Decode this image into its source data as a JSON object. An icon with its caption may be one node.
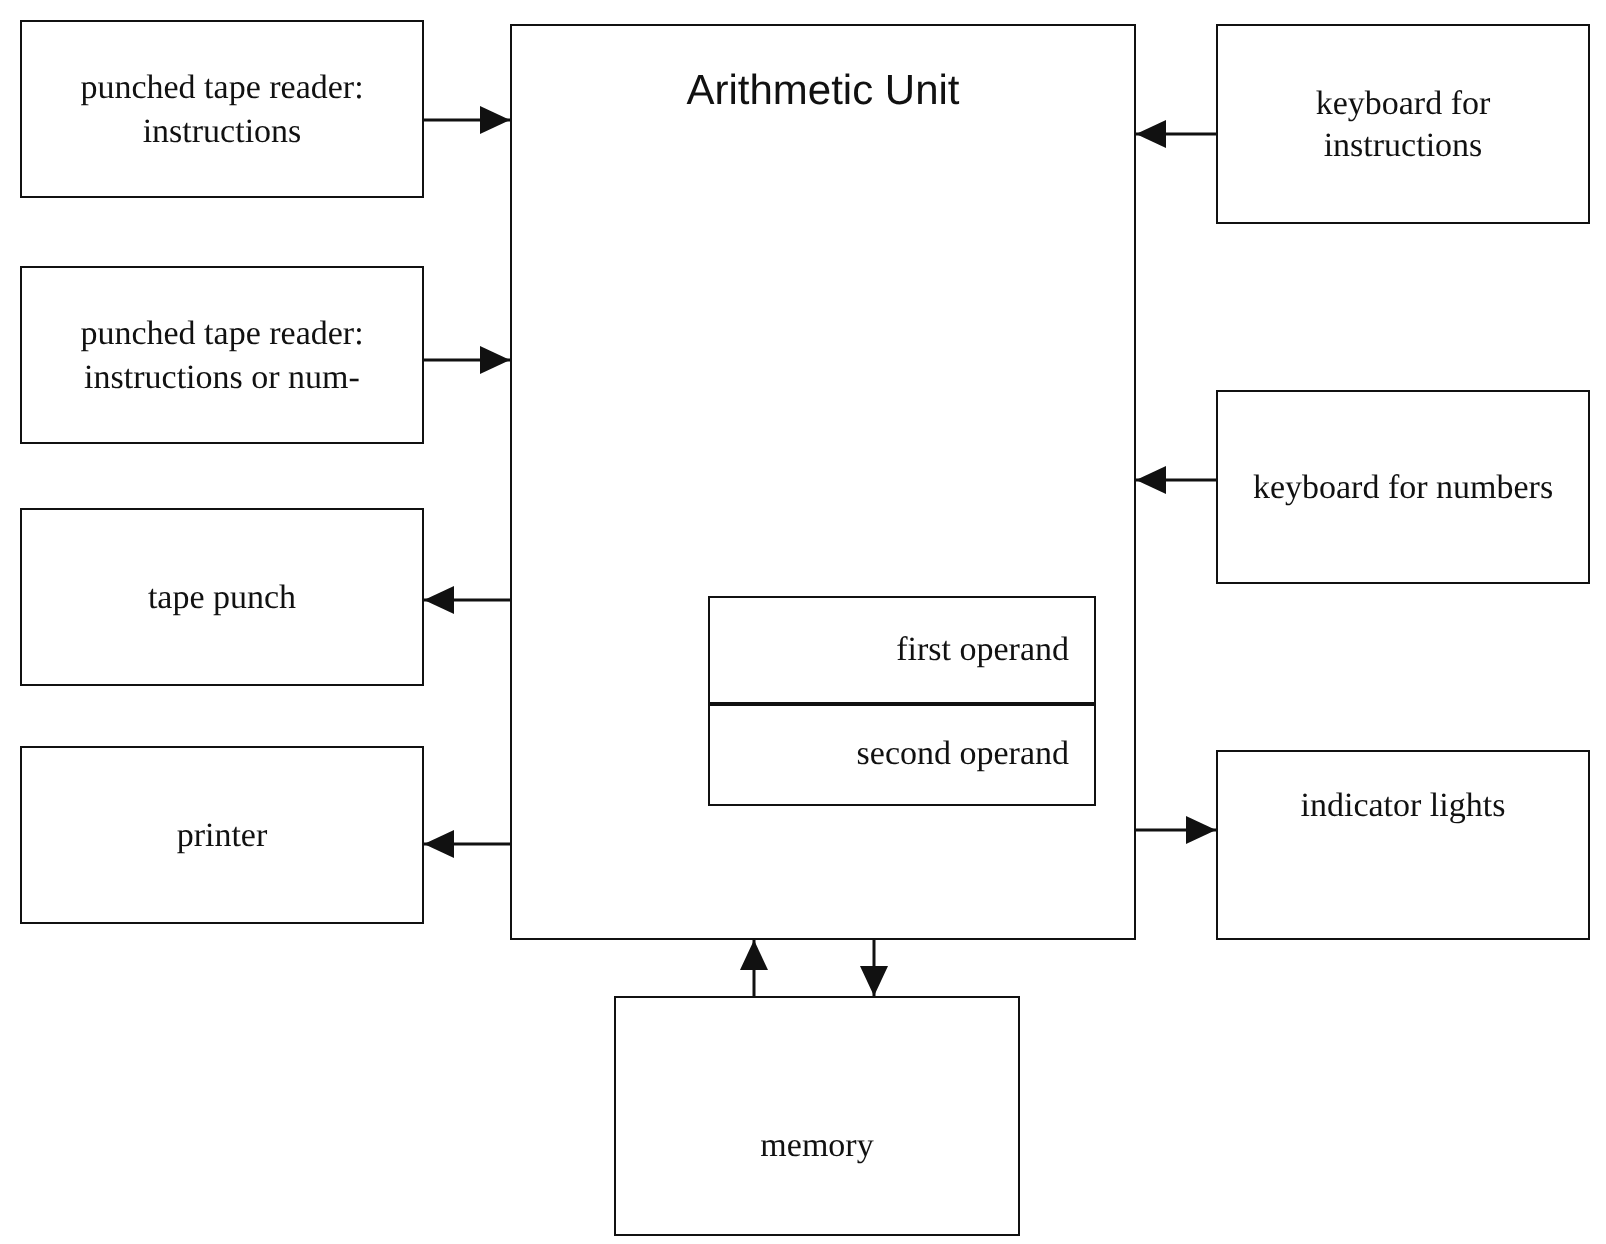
{
  "diagram": {
    "nodes": [
      {
        "text": [
          "Arithmetic Unit"
        ]
      },
      {
        "text": [
          "first operand"
        ],
        "in": 0
      },
      {
        "text": [
          "second operand"
        ],
        "in": 0
      },
      {
        "text": [
          "punched tape reader: instructions"
        ]
      },
      {
        "text": [
          "punched tape reader: instructions or num-"
        ]
      },
      {
        "text": [
          "tape punch"
        ]
      },
      {
        "text": [
          "printer"
        ]
      },
      {
        "text": [
          "keyboard for instructions"
        ]
      },
      {
        "text": [
          "keyboard for numbers"
        ]
      },
      {
        "text": [
          "indicator lights"
        ]
      },
      {
        "text": [
          "memory"
        ]
      }
    ],
    "edges": [
      {
        "from": 3,
        "to": 0,
        "arrow": "to"
      },
      {
        "from": 4,
        "to": 0,
        "arrow": "to"
      },
      {
        "from": 0,
        "to": 5,
        "arrow": "to"
      },
      {
        "from": 0,
        "to": 6,
        "arrow": "to"
      },
      {
        "from": 7,
        "to": 0,
        "arrow": "to"
      },
      {
        "from": 8,
        "to": 0,
        "arrow": "to"
      },
      {
        "from": 0,
        "to": 9,
        "arrow": "to"
      },
      {
        "from": 10,
        "to": 0,
        "arrow": "to"
      },
      {
        "from": 0,
        "to": 10,
        "arrow": "to"
      }
    ]
  }
}
